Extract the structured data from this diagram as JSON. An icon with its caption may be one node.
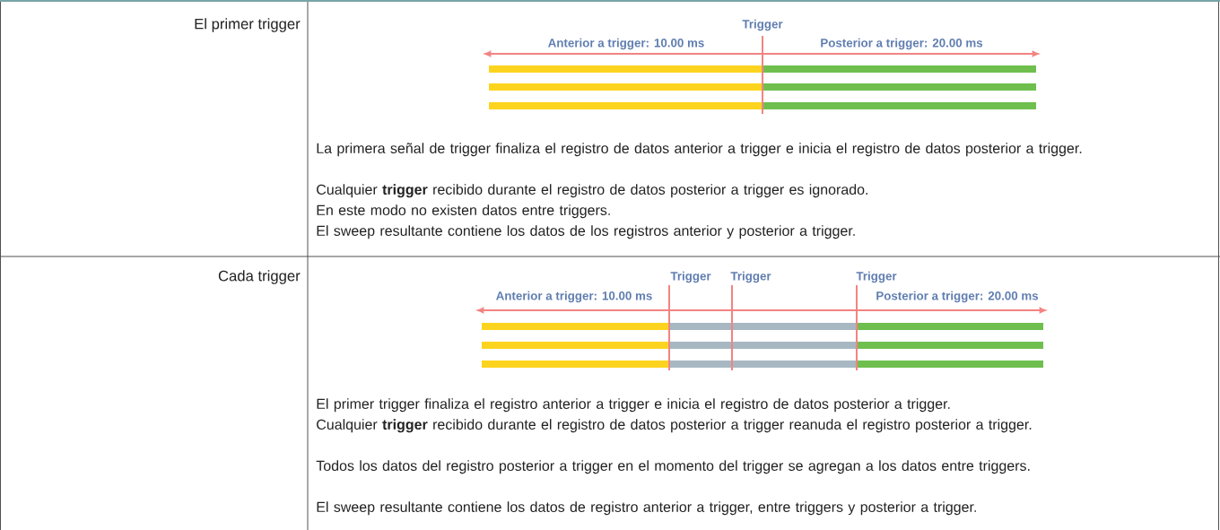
{
  "diagram": {
    "labels": [
      "El primer trigger",
      "Trigger",
      "Anterior a trigger: 10.00 ms",
      "Posterior a trigger: 20.00 ms",
      "La primera señal de trigger finaliza el registro de datos anterior a trigger e inicia el registro de datos posterior a trigger.",
      "Cualquier **trigger** recibido durante el registro de datos posterior a trigger es ignorado.",
      "En este modo no existen datos entre triggers.",
      "El sweep resultante contiene los datos de los registros anterior y posterior a trigger.",
      "Cada trigger",
      "Trigger",
      "Trigger",
      "Trigger",
      "Anterior a trigger: 10.00 ms",
      "Posterior a trigger: 20.00 ms",
      "El primer trigger finaliza el registro anterior a trigger e inicia el registro de datos posterior a trigger.",
      "Cualquier **trigger** recibido durante el registro de datos posterior a trigger reanuda el registro posterior a trigger.",
      "Todos los datos del registro posterior a trigger en el momento del trigger se agregan a los datos entre triggers.",
      "El sweep resultante contiene los datos de registro anterior a trigger, entre triggers y posterior a trigger."
    ]
  }
}
